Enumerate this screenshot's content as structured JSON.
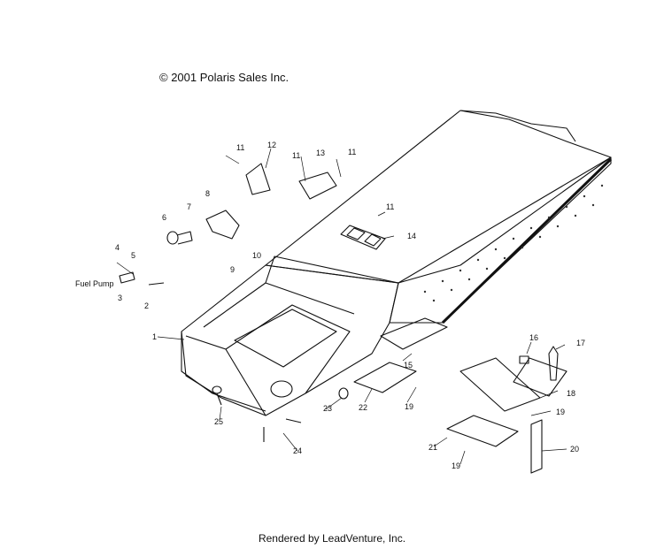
{
  "header": {
    "copyright": "© 2001 Polaris Sales Inc."
  },
  "footer": {
    "rendered_by": "Rendered by LeadVenture, Inc."
  },
  "annotations": {
    "fuel_pump": "Fuel Pump"
  },
  "callouts": [
    {
      "id": "c1",
      "text": "1"
    },
    {
      "id": "c2",
      "text": "2"
    },
    {
      "id": "c3",
      "text": "3"
    },
    {
      "id": "c4",
      "text": "4"
    },
    {
      "id": "c5",
      "text": "5"
    },
    {
      "id": "c6",
      "text": "6"
    },
    {
      "id": "c7",
      "text": "7"
    },
    {
      "id": "c8",
      "text": "8"
    },
    {
      "id": "c9",
      "text": "9"
    },
    {
      "id": "c10",
      "text": "10"
    },
    {
      "id": "c11a",
      "text": "11"
    },
    {
      "id": "c11b",
      "text": "11"
    },
    {
      "id": "c11c",
      "text": "11"
    },
    {
      "id": "c11d",
      "text": "11"
    },
    {
      "id": "c12",
      "text": "12"
    },
    {
      "id": "c13",
      "text": "13"
    },
    {
      "id": "c14",
      "text": "14"
    },
    {
      "id": "c15",
      "text": "15"
    },
    {
      "id": "c16",
      "text": "16"
    },
    {
      "id": "c17",
      "text": "17"
    },
    {
      "id": "c18",
      "text": "18"
    },
    {
      "id": "c19a",
      "text": "19"
    },
    {
      "id": "c19b",
      "text": "19"
    },
    {
      "id": "c19c",
      "text": "19"
    },
    {
      "id": "c20",
      "text": "20"
    },
    {
      "id": "c21",
      "text": "21"
    },
    {
      "id": "c22",
      "text": "22"
    },
    {
      "id": "c23",
      "text": "23"
    },
    {
      "id": "c24",
      "text": "24"
    },
    {
      "id": "c25",
      "text": "25"
    }
  ]
}
